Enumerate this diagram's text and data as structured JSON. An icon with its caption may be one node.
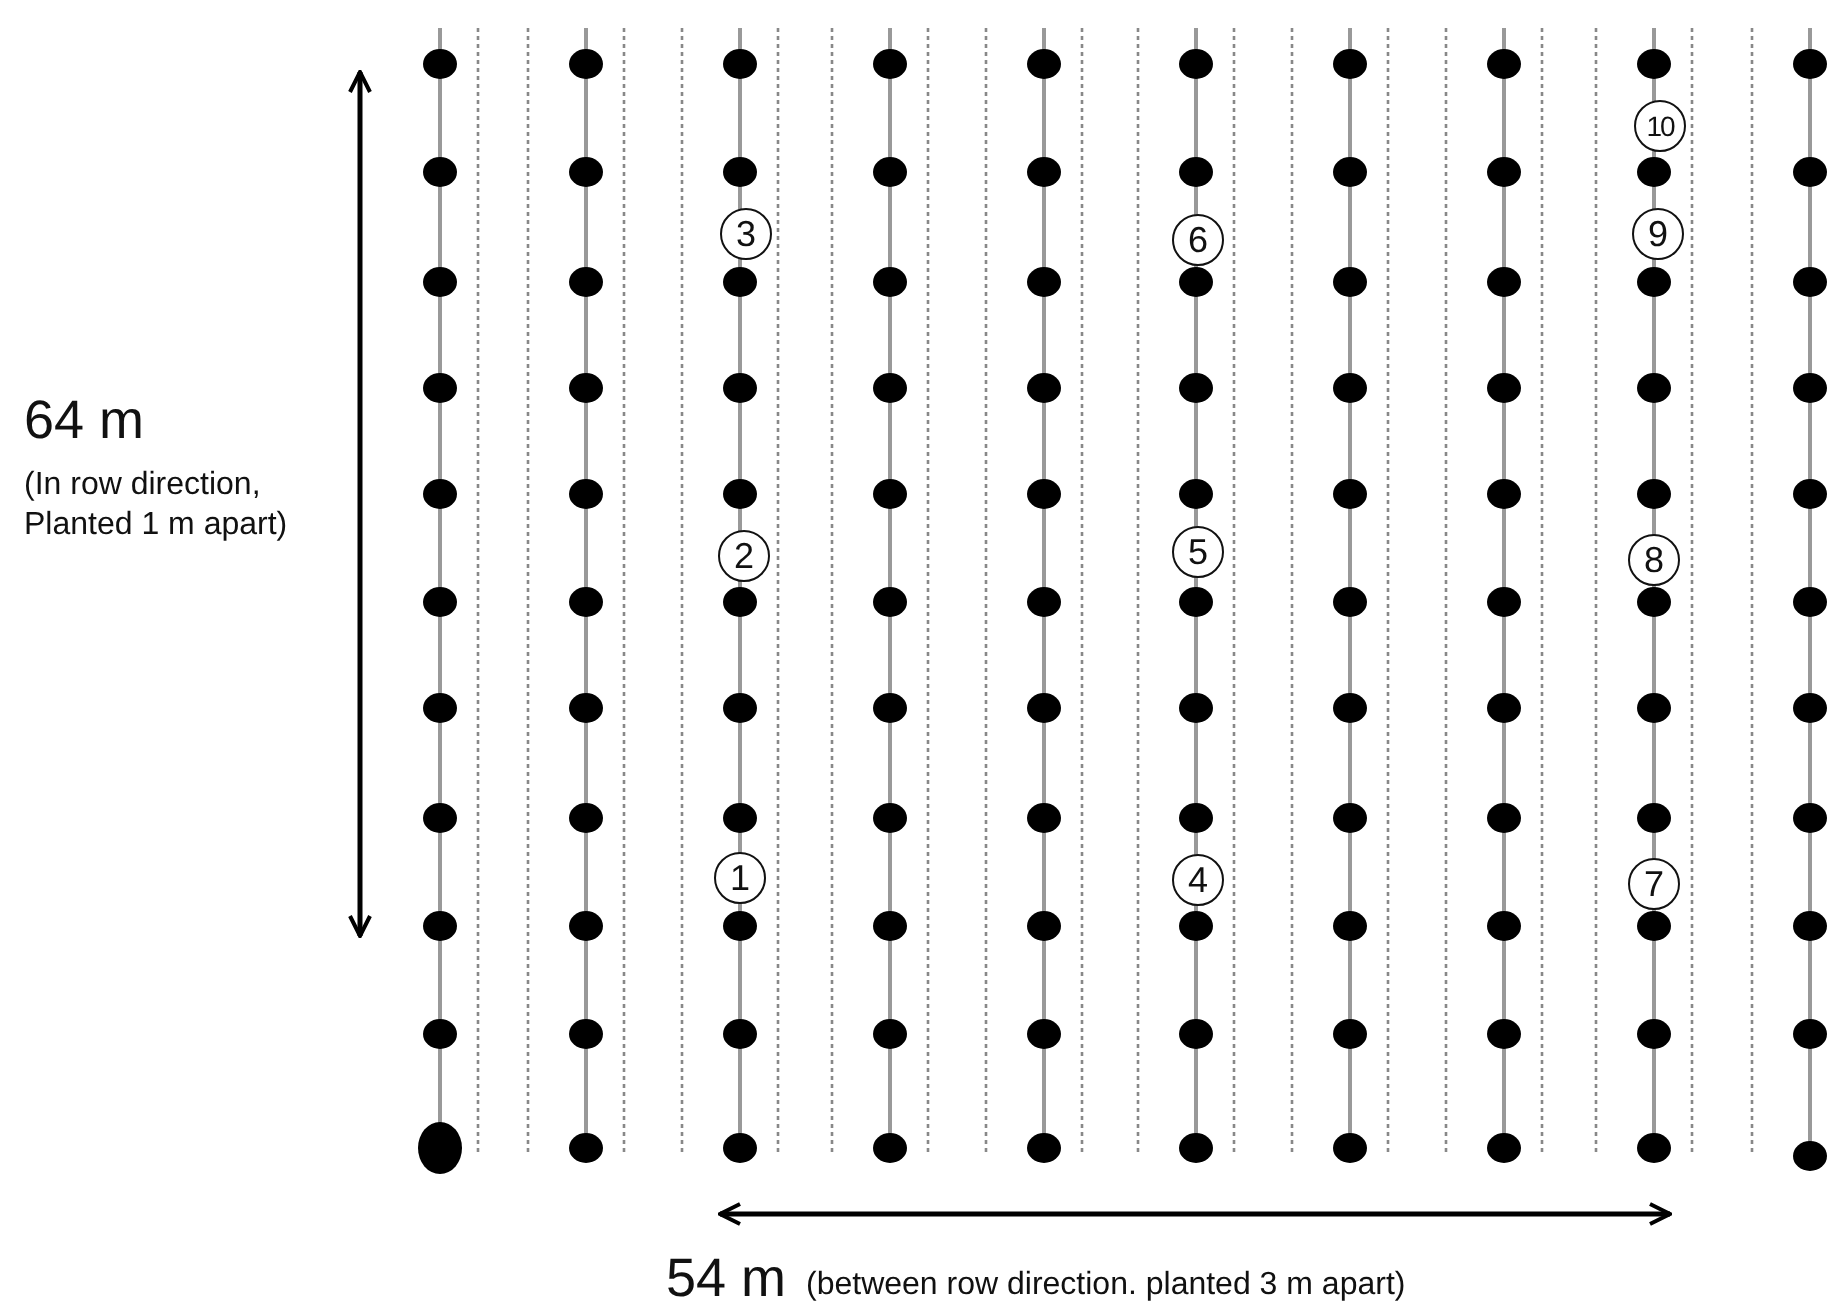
{
  "diagram": {
    "labels": [
      "10",
      "3",
      "6",
      "9",
      "64 m",
      "(In row direction, Planted 1 m apart)",
      "2",
      "5",
      "8",
      "1",
      "4",
      "7",
      "54 m",
      "(between row direction. planted 3 m apart)"
    ]
  }
}
